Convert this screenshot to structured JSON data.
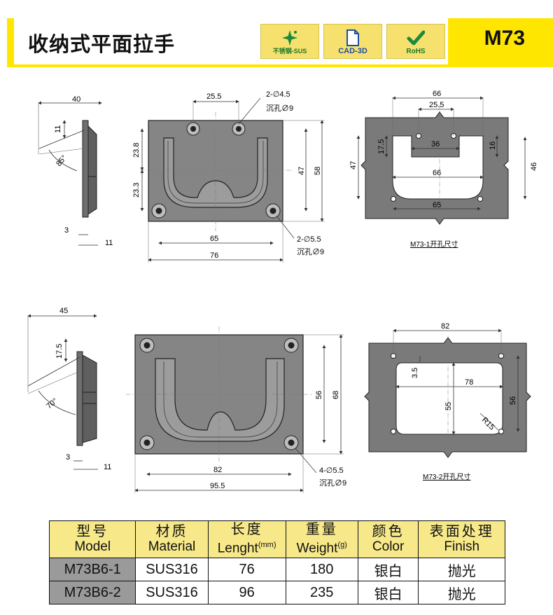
{
  "header": {
    "title": "收纳式平面拉手",
    "model": "M73",
    "badges": [
      {
        "icon": "sus-sparkle-icon",
        "label": "不锈钢-SUS"
      },
      {
        "icon": "cad-file-icon",
        "label": "CAD-3D"
      },
      {
        "icon": "checkmark-icon",
        "label": "RoHS"
      }
    ]
  },
  "drawing1": {
    "side": {
      "d40": "40",
      "d11a": "11",
      "angle": "85°",
      "d3": "3",
      "d11b": "11"
    },
    "front": {
      "d25_5": "25.5",
      "hole1": "2-∅4.5",
      "cb1": "沉孔∅9",
      "d23_8": "23.8",
      "d23_3": "23.3",
      "d47": "47",
      "d58": "58",
      "d65": "65",
      "d76": "76",
      "hole2": "2-∅5.5",
      "cb2": "沉孔∅9"
    },
    "cutout": {
      "d66a": "66",
      "d25_5": "25.5",
      "d17_5": "17.5",
      "d36": "36",
      "d16": "16",
      "d47": "47",
      "d66b": "66",
      "d46": "46",
      "d65": "65",
      "caption": "M73-1开孔尺寸"
    }
  },
  "drawing2": {
    "side": {
      "d45": "45",
      "d17_5": "17.5",
      "angle": "70°",
      "d3": "3",
      "d11": "11"
    },
    "front": {
      "d56": "56",
      "d68": "68",
      "d82": "82",
      "d95_5": "95.5",
      "hole": "4-∅5.5",
      "cb": "沉孔∅9"
    },
    "cutout": {
      "d82": "82",
      "d3_5": "3.5",
      "d78": "78",
      "d55": "55",
      "d56": "56",
      "r15": "R15",
      "caption": "M73-2开孔尺寸"
    }
  },
  "table": {
    "headers": [
      {
        "zh": "型号",
        "en": "Model",
        "unit": ""
      },
      {
        "zh": "材质",
        "en": "Material",
        "unit": ""
      },
      {
        "zh": "长度",
        "en": "Lenght",
        "unit": "(mm)"
      },
      {
        "zh": "重量",
        "en": "Weight",
        "unit": "(g)"
      },
      {
        "zh": "颜色",
        "en": "Color",
        "unit": ""
      },
      {
        "zh": "表面处理",
        "en": "Finish",
        "unit": ""
      }
    ],
    "rows": [
      [
        "M73B6-1",
        "SUS316",
        "76",
        "180",
        "银白",
        "抛光"
      ],
      [
        "M73B6-2",
        "SUS316",
        "96",
        "235",
        "银白",
        "抛光"
      ]
    ]
  }
}
